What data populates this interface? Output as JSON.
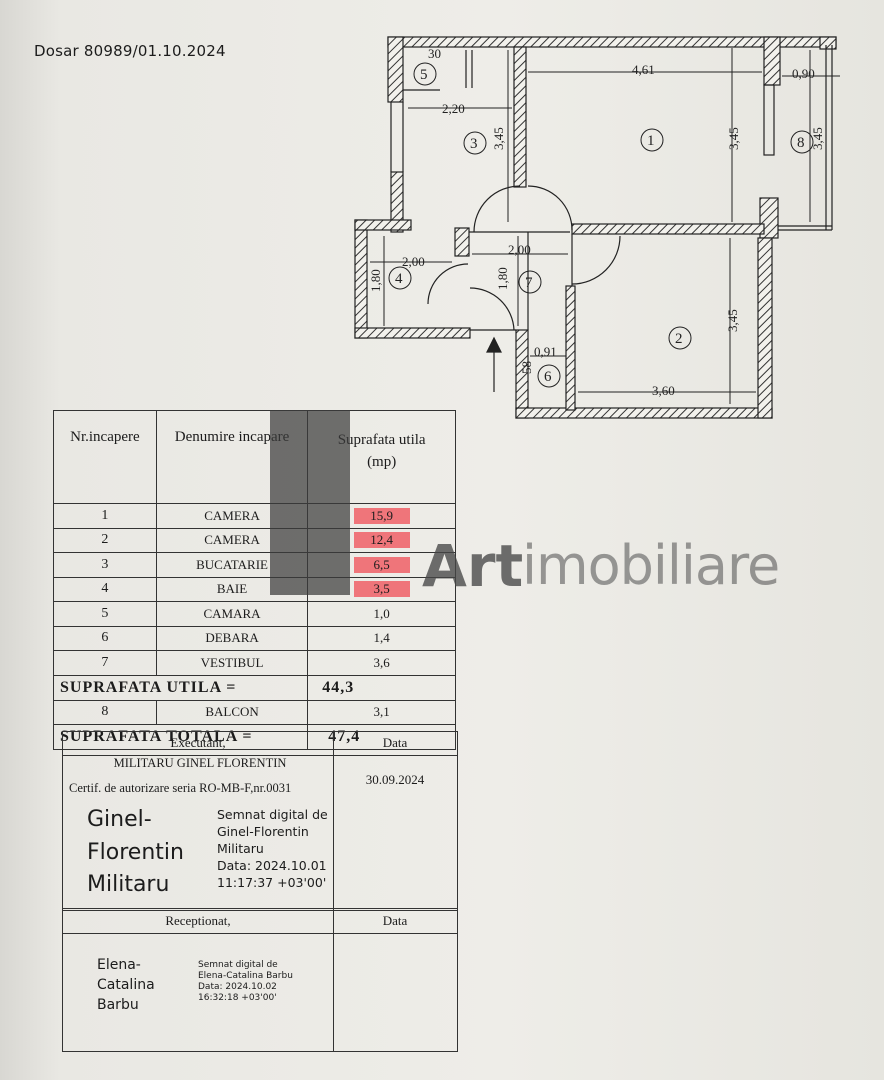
{
  "header": {
    "dosar": "Dosar 80989/01.10.2024"
  },
  "plan": {
    "dimensions": [
      "30",
      "2,20",
      "3,45",
      "4,61",
      "0,90",
      "3,45",
      "3,45",
      "2,00",
      "2,00",
      "1,80",
      "1,80",
      "0,91",
      "3,45",
      "3,60",
      "58"
    ],
    "rooms": [
      "1",
      "2",
      "3",
      "4",
      "5",
      "6",
      "7",
      "8"
    ]
  },
  "table": {
    "col_nr": "Nr.incapere",
    "col_name": "Denumire incapare",
    "col_area": "Suprafata utila (mp)",
    "rows": [
      {
        "nr": "1",
        "name": "CAMERA",
        "area": "15,9"
      },
      {
        "nr": "2",
        "name": "CAMERA",
        "area": "12,4"
      },
      {
        "nr": "3",
        "name": "BUCATARIE",
        "area": "6,5"
      },
      {
        "nr": "4",
        "name": "BAIE",
        "area": "3,5"
      },
      {
        "nr": "5",
        "name": "CAMARA",
        "area": "1,0"
      },
      {
        "nr": "6",
        "name": "DEBARA",
        "area": "1,4"
      },
      {
        "nr": "7",
        "name": "VESTIBUL",
        "area": "3,6"
      }
    ],
    "utila_label": "SUPRAFATA UTILA =",
    "utila_value": "44,3",
    "balcon": {
      "nr": "8",
      "name": "BALCON",
      "area": "3,1"
    },
    "totala_label": "SUPRAFATA TOTALA =",
    "totala_value": "47,4"
  },
  "signatures": {
    "executant_label": "Executant,",
    "data_label": "Data",
    "executant_name": "MILITARU GINEL FLORENTIN",
    "certif": "Certif. de autorizare seria RO-MB-F,nr.0031",
    "exec_date": "30.09.2024",
    "exec_big": [
      "Ginel-",
      "Florentin",
      "Militaru"
    ],
    "exec_note": [
      "Semnat digital de",
      "Ginel-Florentin",
      "Militaru",
      "Data: 2024.10.01",
      "11:17:37 +03'00'"
    ],
    "receptionat_label": "Receptionat,",
    "data_label2": "Data",
    "rec_big": [
      "Elena-",
      "Catalina",
      "Barbu"
    ],
    "rec_note": [
      "Semnat digital de",
      "Elena-Catalina Barbu",
      "Data: 2024.10.02",
      "16:32:18 +03'00'"
    ]
  },
  "watermark": {
    "art": "Art",
    "imobiliare": "imobiliare"
  }
}
